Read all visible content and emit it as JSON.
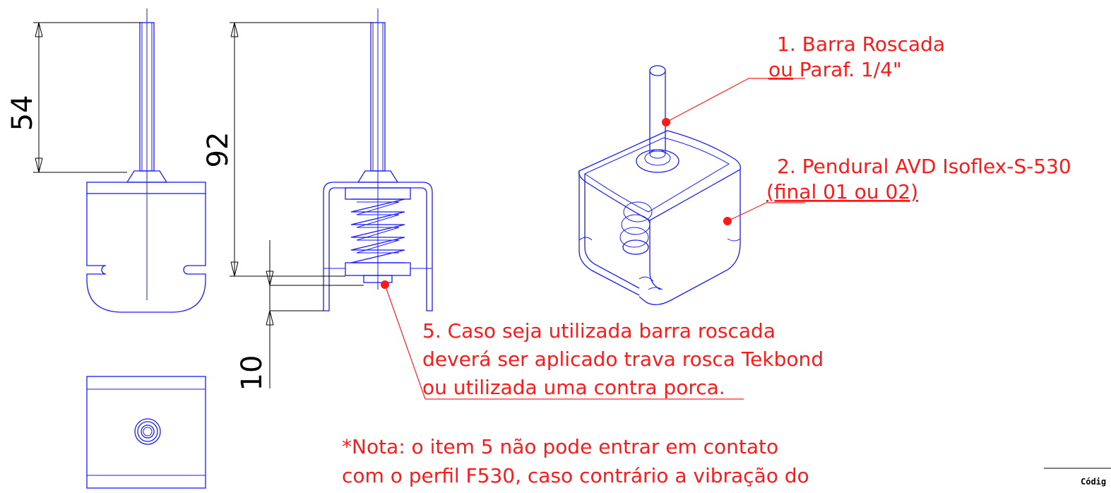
{
  "dimensions": {
    "d54": "54",
    "d92": "92",
    "d10": "10"
  },
  "callouts": {
    "item1_line1": "1. Barra Roscada",
    "item1_line2_u": "ou",
    "item1_line2_rest": " Paraf. 1/4\"",
    "item2_line1": "2. Pendural AVD Isoflex-S-530",
    "item2_line2_u": "(final 01 ou 02)",
    "item5_line1": "5. Caso seja utilizada barra roscada",
    "item5_line2": "deverá ser aplicado trava rosca Tekbond",
    "item5_line3": "ou utilizada uma contra porca."
  },
  "note": {
    "line1": "*Nota: o item 5 não pode entrar em contato",
    "line2": "com o perfil F530, caso contrário a vibração do"
  },
  "title_block": {
    "code_label": "Códig"
  },
  "colors": {
    "drawing_lines": "#1a1aff",
    "callout": "#ff1a1a",
    "dimension": "#000000"
  }
}
